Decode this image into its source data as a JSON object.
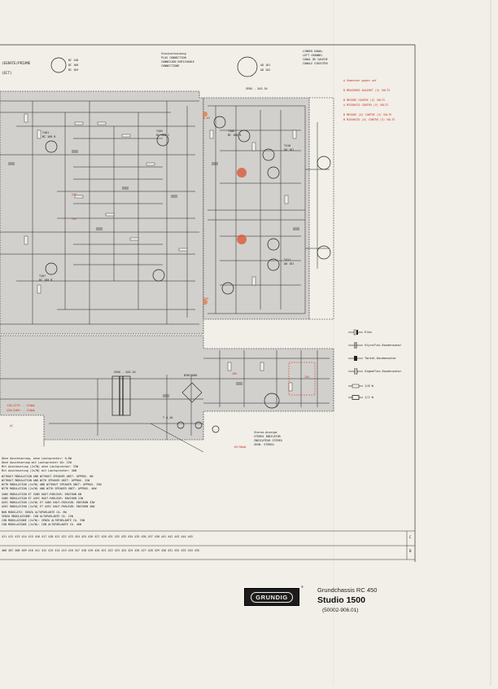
{
  "title_block": {
    "brand": "GRUNDIG",
    "registered": "®",
    "chassis": "Grundchassis RC 450",
    "model": "Studio 1500",
    "part_number": "(50002-906.01)"
  },
  "header_labels": {
    "top_left": "(EGRATE/PRIAME",
    "top_left_2": "(ECT)",
    "transistor_pins": [
      "BC 148",
      "BC 168",
      "BC 169"
    ],
    "socket_title": "Steckverbindung",
    "socket_lines": [
      "PLUG CONNECTION",
      "CONNEXION ENFICHABLE",
      "CONNECTIONE"
    ],
    "pin_label": "AD 161",
    "pin_label_2": "AD 162",
    "channel_lines": [
      "LINKER KANAL",
      "LEFT CHANNEL",
      "CANAL DE GAUCHE",
      "CANALE SINISTRO"
    ],
    "board_label": "SEKU - 5A3.16"
  },
  "red_notes": [
    "A Gemessen gegen auf",
    "B MEASURED AGAINST (V) VOLTS",
    "B MESURE CONTRE (V) VOLTS",
    "A MISURATO CONTRO (V) VOLTS",
    "B MESURE (A) CONTRE (V) VOLTS",
    "B MISURATO (A) CONTRO (V) VOLTS"
  ],
  "component_labels": {
    "transistors_left": [
      "T401",
      "BC 168 B"
    ],
    "transistors_mid": [
      "T402",
      "BC 169 C"
    ],
    "transistors_out": [
      "T406",
      "BC 168 B"
    ],
    "t_driver": [
      "T407",
      "BC 168 B"
    ],
    "t_out_top": [
      "T410",
      "AD 161"
    ],
    "t_out_bot": [
      "T411",
      "AD 162"
    ],
    "voltages": [
      "24V",
      "29V",
      "0,6V",
      "22V",
      "18V",
      "14V"
    ]
  },
  "bottom_notes": [
    "Ohne Aussteuerung, ohne Lautsprecher: 0,8W",
    "Ohne Aussteuerung mit Lautsprecher 4Ω: 22W",
    "Mit Aussteuerung (2x7W) ohne Lautsprecher: 33W",
    "Mit Aussteuerung (2x7W) mit Lautsprecher: 46W",
    "WITHOUT MODULATION AND WITHOUT SPEAKER UNIT: APPROX. 6W",
    "WITHOUT MODULATION AND WITH SPEAKER UNIT: APPROX. 22W",
    "WITH MODULATION (2x7W) AND WITHOUT SPEAKER UNIT: APPROX. 33W",
    "WITH MODULATION (2x7W) AND WITH SPEAKER UNIT: APPROX. 46W",
    "SANS MODULATION ET SANS HAUT-PARLEUR: ENVIRON 6W",
    "SANS MODULATION ET AVEC HAUT-PARLEUR: ENVIRON 22W",
    "AVEC MODULATION (2x7W) ET SANS HAUT-PARLEUR: ENVIRON 33W",
    "AVEC MODULATION (2x7W) ET AVEC HAUT-PARLEUR: ENVIRON 46W",
    "NON MODULATO: SENZA ALTOPARLANTE CA. 6W",
    "SENZA MODULAZIONE: CON ALTOPARLANTE CA. 22W",
    "CON MODULAZIONE (2x7W): SENZA ALTOPARLANTE CA. 33W",
    "CON MODULAZIONE (2x7W): CON ALTOPARLANTE CA. 46W"
  ],
  "mains_labels": {
    "board": "SEKU - 5A3.16",
    "voltage_1": "110/127V~ - 220mA",
    "voltage_2": "220/240V~ - 110mA",
    "fuse": "T 0,16",
    "ac_label": "AC",
    "rectifier": "B30C1000",
    "lamp": "6V/50mA",
    "lamp_note": [
      "Stereo-Anzeige",
      "STEREO INDICATOR",
      "INDICATEUR STEREO",
      "SEGN. STEREO"
    ]
  },
  "legend": [
    {
      "symbol": "elko",
      "label": "Elko"
    },
    {
      "symbol": "styroflex",
      "label": "Styroflex-Kondensator"
    },
    {
      "symbol": "tantal",
      "label": "Tantal-Kondensator"
    },
    {
      "symbol": "sigma",
      "label": "Sigmaflex-Kondensator"
    },
    {
      "symbol": "res1",
      "label": "1/8 W"
    },
    {
      "symbol": "res2",
      "label": "1/2 W"
    }
  ],
  "grid_rows": {
    "row_c": "C",
    "row_b": "B",
    "row_c_refs": "411  412  413  414  415  416  417  418  421  422  423  424  425  426  427  428  431  432  433  434  435  436  437  438  441  442  443  444  445",
    "row_b_refs": "406  407  408  409  410  411  412  413  414  415  416  417  418  419  420  421  422  423  424  425  426  427  428  429  430  431  432  433  434  435"
  }
}
